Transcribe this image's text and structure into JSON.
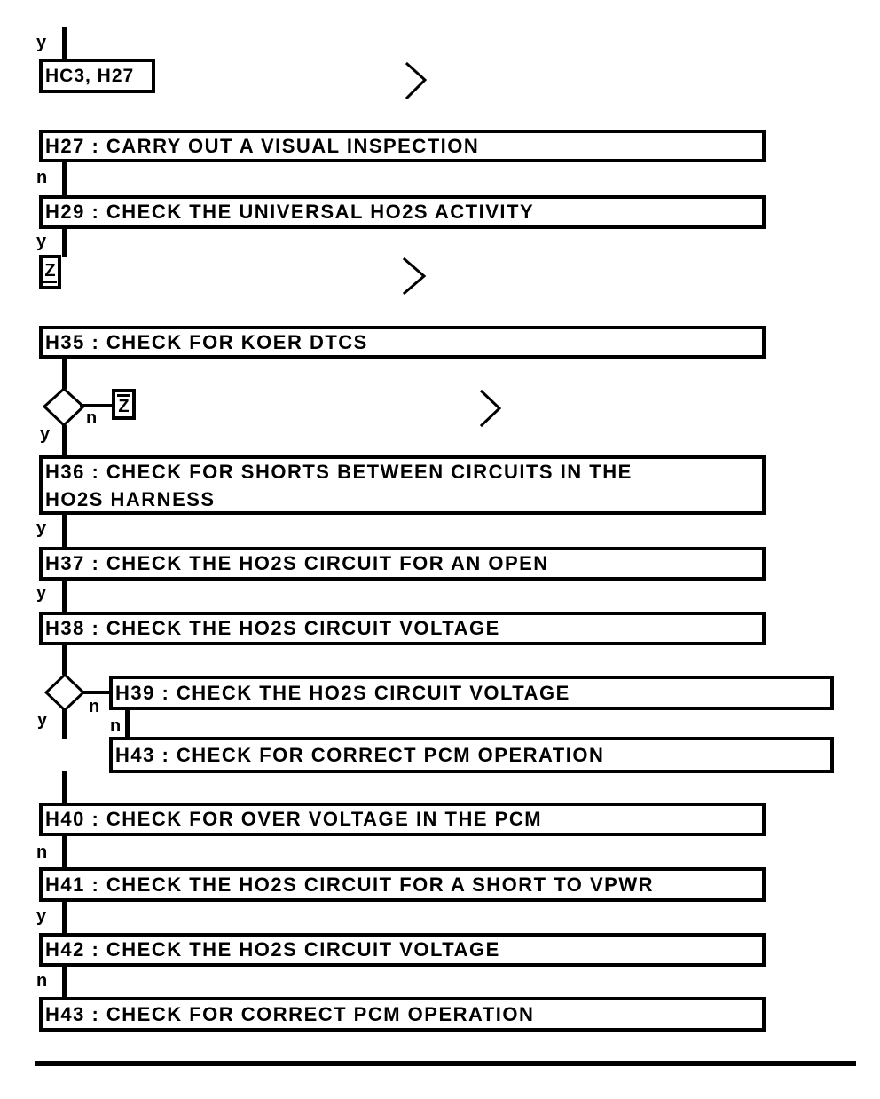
{
  "colors": {
    "ink": "#000000",
    "paper": "#ffffff"
  },
  "labels": {
    "yes": "y",
    "no": "n"
  },
  "connectors": {
    "z_top": "Z",
    "z_mid": "Z"
  },
  "nodes": {
    "entry": "HC3, H27",
    "h27": "H27 : CARRY OUT A VISUAL INSPECTION",
    "h29": "H29 : CHECK THE UNIVERSAL HO2S ACTIVITY",
    "h35": "H35 : CHECK FOR KOER DTCS",
    "h36_line1": "H36 : CHECK FOR SHORTS BETWEEN CIRCUITS IN THE",
    "h36_line2": "HO2S HARNESS",
    "h37": "H37 : CHECK THE HO2S CIRCUIT FOR AN OPEN",
    "h38": "H38 : CHECK THE HO2S CIRCUIT VOLTAGE",
    "h39": "H39 : CHECK THE HO2S CIRCUIT VOLTAGE",
    "h43_branch": "H43 : CHECK FOR CORRECT PCM OPERATION",
    "h40": "H40 : CHECK FOR OVER VOLTAGE IN THE PCM",
    "h41": "H41 : CHECK THE HO2S CIRCUIT FOR A SHORT TO VPWR",
    "h42": "H42 : CHECK THE HO2S CIRCUIT VOLTAGE",
    "h43_final": "H43 : CHECK FOR CORRECT PCM OPERATION"
  }
}
